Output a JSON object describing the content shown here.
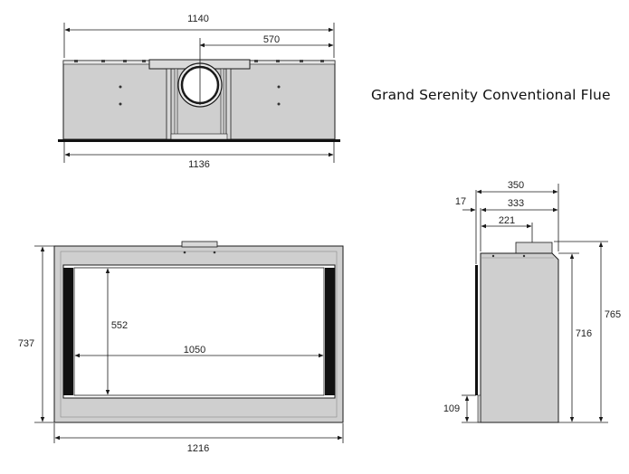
{
  "title": "Grand Serenity Conventional Flue",
  "top_view": {
    "overall_width": "1140",
    "flue_offset": "570",
    "base_width": "1136"
  },
  "front_view": {
    "height": "737",
    "opening_height": "552",
    "opening_width": "1050",
    "width": "1216"
  },
  "side_view": {
    "depth": "350",
    "depth_inner": "333",
    "flue_center": "221",
    "rear_gap": "17",
    "overall_height": "765",
    "body_height": "716",
    "base_height": "109"
  },
  "colors": {
    "body_fill": "#cfcfcf",
    "line": "#1a1a1a",
    "background": "#ffffff"
  }
}
